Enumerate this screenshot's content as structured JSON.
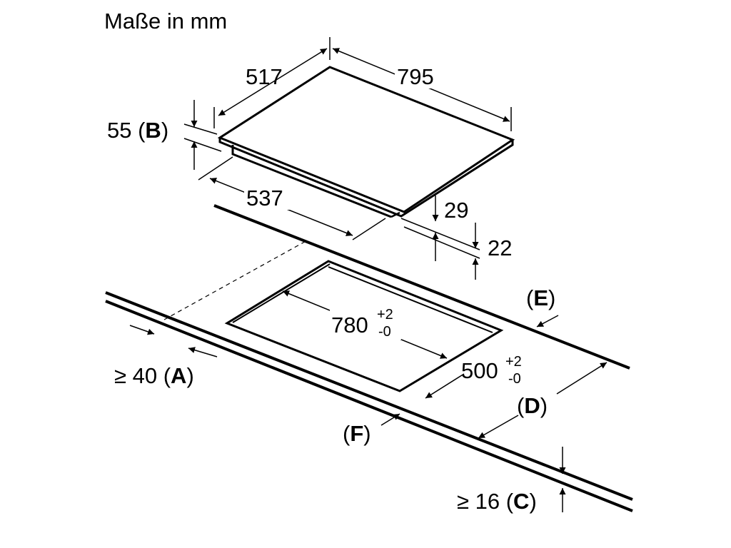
{
  "title": "Maße in mm",
  "device": {
    "depth": "517",
    "width": "795",
    "mount_depth": "537",
    "edge_height": "55",
    "edge_ref": "B",
    "body_height": "29",
    "body_lower": "22"
  },
  "cutout": {
    "width": "780",
    "width_tol_plus": "+2",
    "width_tol_minus": "-0",
    "depth": "500",
    "depth_tol_plus": "+2",
    "depth_tol_minus": "-0"
  },
  "clearances": {
    "front_min": "≥ 40",
    "front_ref": "A",
    "thickness_min": "≥ 16",
    "thickness_ref": "C",
    "depth_ref": "D",
    "back_ref": "E",
    "front_edge_ref": "F"
  },
  "colors": {
    "line": "#000000",
    "background": "#ffffff"
  }
}
